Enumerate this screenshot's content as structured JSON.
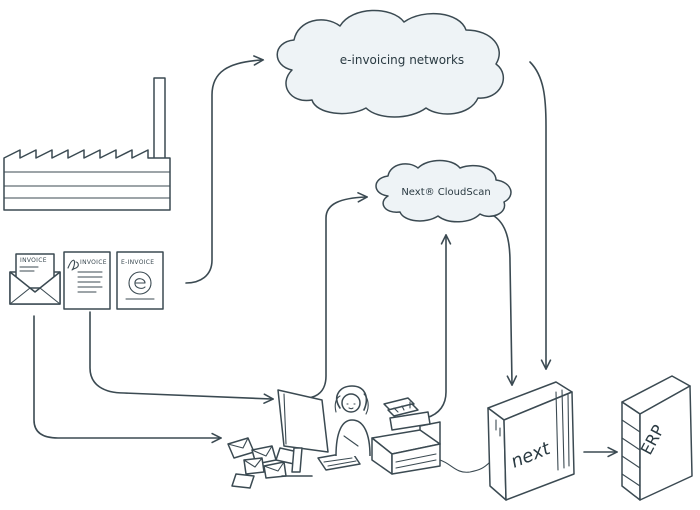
{
  "clouds": {
    "einvoicing": {
      "label": "e-invoicing networks"
    },
    "cloudscan": {
      "label": "Next® CloudScan"
    }
  },
  "documents": [
    {
      "label": "INVOICE"
    },
    {
      "label": "INVOICE"
    },
    {
      "label": "E-INVOICE"
    }
  ],
  "server": {
    "label": "next"
  },
  "erp": {
    "label": "ERP"
  },
  "colors": {
    "ink": "#3b4a52",
    "cloud_fill": "#eef3f6",
    "paper": "#ffffff"
  }
}
